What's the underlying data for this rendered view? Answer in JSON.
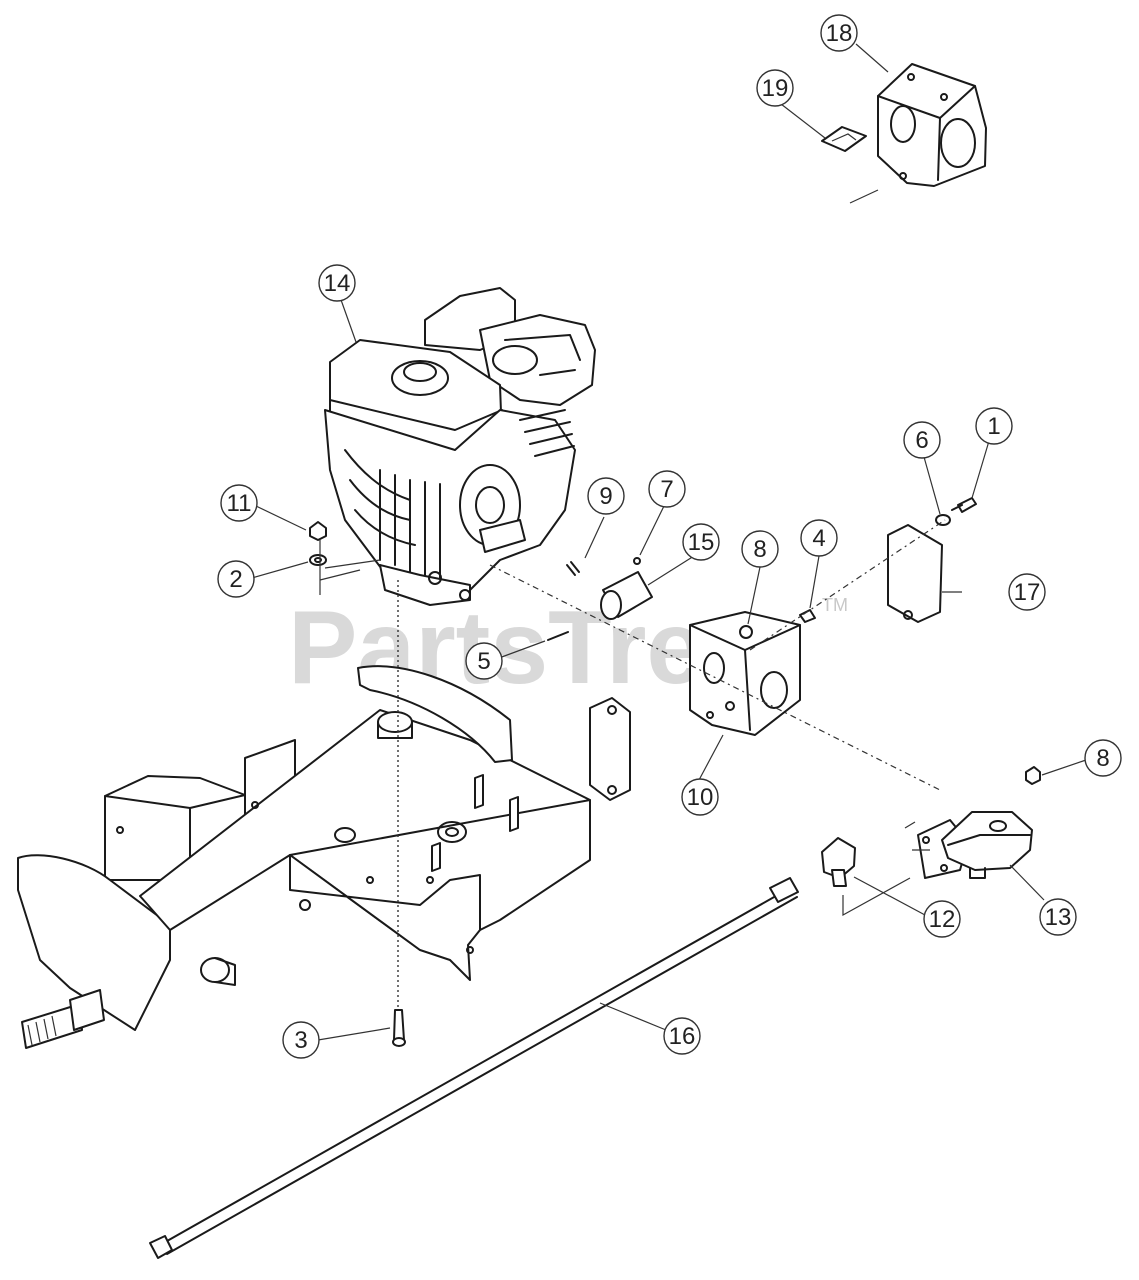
{
  "watermark": {
    "text": "PartsTree",
    "trademark": "TM"
  },
  "callouts": [
    {
      "id": "c18",
      "label": "18"
    },
    {
      "id": "c19",
      "label": "19"
    },
    {
      "id": "c14",
      "label": "14"
    },
    {
      "id": "c1",
      "label": "1"
    },
    {
      "id": "c6",
      "label": "6"
    },
    {
      "id": "c11",
      "label": "11"
    },
    {
      "id": "c9",
      "label": "9"
    },
    {
      "id": "c7",
      "label": "7"
    },
    {
      "id": "c15",
      "label": "15"
    },
    {
      "id": "c8a",
      "label": "8"
    },
    {
      "id": "c4",
      "label": "4"
    },
    {
      "id": "c2",
      "label": "2"
    },
    {
      "id": "c17",
      "label": "17"
    },
    {
      "id": "c5",
      "label": "5"
    },
    {
      "id": "c10",
      "label": "10"
    },
    {
      "id": "c8b",
      "label": "8"
    },
    {
      "id": "c12",
      "label": "12"
    },
    {
      "id": "c13",
      "label": "13"
    },
    {
      "id": "c3",
      "label": "3"
    },
    {
      "id": "c16",
      "label": "16"
    }
  ]
}
